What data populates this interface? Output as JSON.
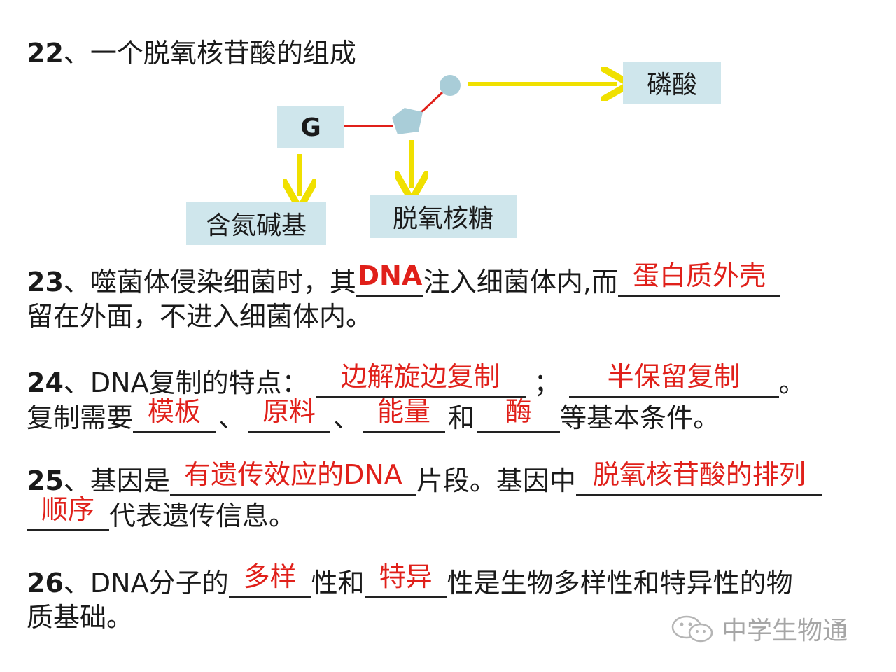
{
  "q22": {
    "number": "22",
    "text": "、一个脱氧核苷酸的组成",
    "diagram": {
      "base_letter": "G",
      "phosphate_label": "磷酸",
      "base_label": "含氮碱基",
      "sugar_label": "脱氧核糖",
      "colors": {
        "box": "#cfe6ec",
        "bond": "#e0201a",
        "arrow": "#f0e000",
        "molecule": "#a9cdd8"
      }
    }
  },
  "q23": {
    "number": "23",
    "part1": "、噬菌体侵染细菌时，其",
    "ans1": "DNA",
    "part2": "注入细菌体内,而",
    "ans2": "蛋白质外壳",
    "part3": "留在外面，不进入细菌体内。"
  },
  "q24": {
    "number": "24",
    "part1": "、DNA复制的特点：",
    "ans1": "边解旋边复制",
    "sep1": "；",
    "ans2": "半保留复制",
    "end1": "。",
    "part2": "复制需要",
    "ans3": "模板",
    "sep2": "、",
    "ans4": "原料",
    "sep3": "、",
    "ans5": "能量",
    "and": "和",
    "ans6": "酶",
    "part3": "等基本条件。"
  },
  "q25": {
    "number": "25",
    "part1": "、基因是",
    "ans1": "有遗传效应的DNA",
    "part2": "片段。基因中",
    "ans2": "脱氧核苷酸的排列",
    "ans3": "顺序",
    "part3": "代表遗传信息。"
  },
  "q26": {
    "number": "26",
    "part1": "、DNA分子的",
    "ans1": "多样",
    "part2": "性和",
    "ans2": "特异",
    "part3": "性是生物多样性和特异性的物",
    "part4": "质基础。"
  },
  "watermark": {
    "text": "中学生物通",
    "color": "#a6a6a6"
  },
  "colors": {
    "answer": "#e0201a",
    "text": "#1a1a1a",
    "underline": "#222222"
  }
}
